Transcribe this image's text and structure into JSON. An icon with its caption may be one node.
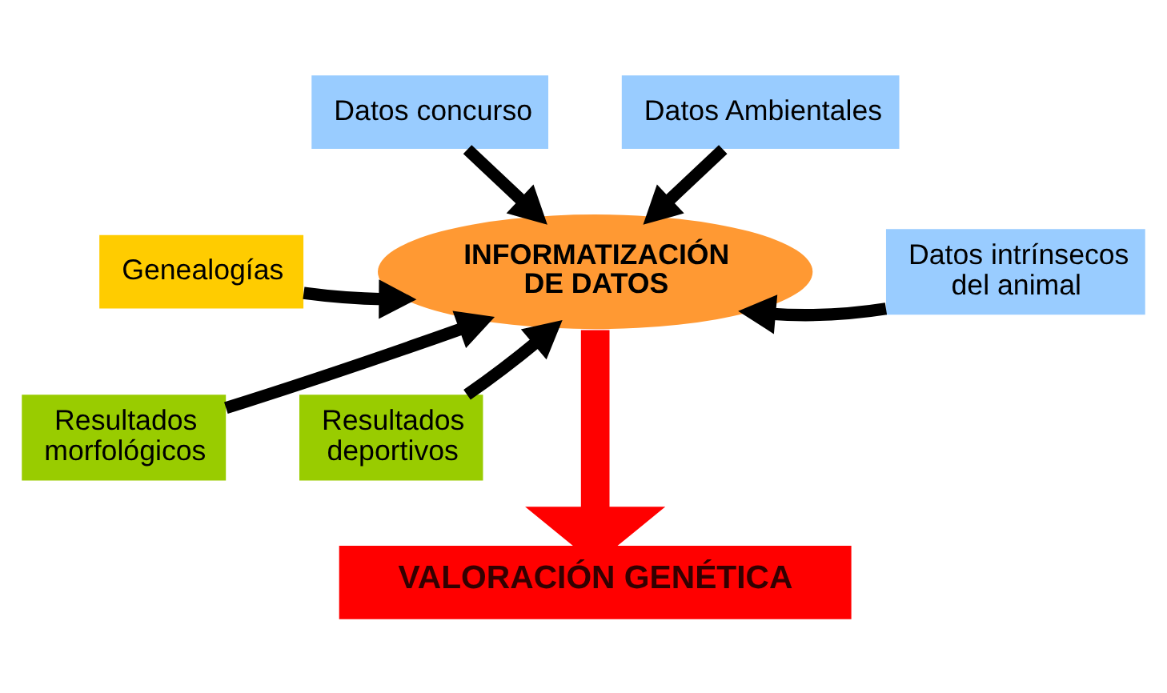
{
  "diagram": {
    "nodes": [
      {
        "text": [
          "Datos concurso"
        ]
      },
      {
        "text": [
          "Datos Ambientales"
        ]
      },
      {
        "text": [
          "Genealogías"
        ]
      },
      {
        "text": [
          "INFORMATIZACIÓN DE DATOS"
        ]
      },
      {
        "text": [
          "Datos intrínsecos del animal"
        ]
      },
      {
        "text": [
          "Resultados morfológicos"
        ]
      },
      {
        "text": [
          "Resultados deportivos"
        ]
      },
      {
        "text": [
          "VALORACIÓN GENÉTICA"
        ]
      }
    ],
    "edges": [
      {
        "from": 0,
        "to": 3,
        "arrow": "to"
      },
      {
        "from": 1,
        "to": 3,
        "arrow": "to"
      },
      {
        "from": 2,
        "to": 3,
        "arrow": "to"
      },
      {
        "from": 4,
        "to": 3,
        "arrow": "to"
      },
      {
        "from": 5,
        "to": 3,
        "arrow": "to"
      },
      {
        "from": 6,
        "to": 3,
        "arrow": "to"
      },
      {
        "from": 3,
        "to": 7,
        "arrow": "to",
        "style": "thick",
        "color": "#ff0000"
      }
    ]
  }
}
